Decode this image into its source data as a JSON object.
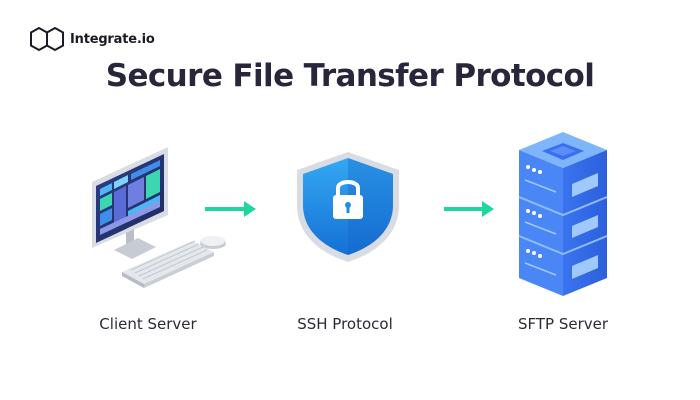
{
  "brand": {
    "name": "Integrate.io"
  },
  "title": "Secure File Transfer Protocol",
  "nodes": [
    {
      "label": "Client Server",
      "icon": "desktop-computer-icon"
    },
    {
      "label": "SSH Protocol",
      "icon": "shield-lock-icon"
    },
    {
      "label": "SFTP Server",
      "icon": "server-rack-icon"
    }
  ],
  "colors": {
    "title": "#27263a",
    "arrow": "#20d6a0",
    "shield": "#1f8fe6",
    "server": "#3a6ff2"
  }
}
